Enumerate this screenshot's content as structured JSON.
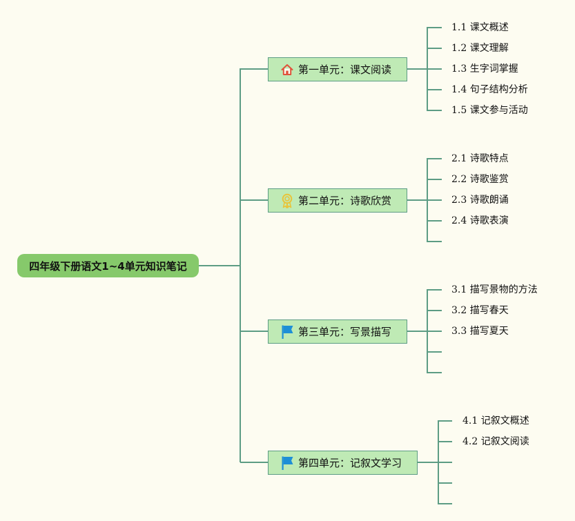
{
  "root": {
    "title": "四年级下册语文1~4单元知识笔记"
  },
  "units": [
    {
      "title": "第一单元：课文阅读",
      "icon": "home-icon",
      "items": [
        "1.1 课文概述",
        "1.2 课文理解",
        "1.3 生字词掌握",
        "1.4 句子结构分析",
        "1.5 课文参与活动"
      ]
    },
    {
      "title": "第二单元：诗歌欣赏",
      "icon": "award-ribbon-icon",
      "items": [
        "2.1 诗歌特点",
        "2.2 诗歌鉴赏",
        "2.3 诗歌朗诵",
        "2.4 诗歌表演",
        ""
      ]
    },
    {
      "title": "第三单元：写景描写",
      "icon": "flag-icon",
      "items": [
        "3.1 描写景物的方法",
        "3.2 描写春天",
        "3.3 描写夏天",
        "",
        ""
      ]
    },
    {
      "title": "第四单元：记叙文学习",
      "icon": "flag-icon",
      "items": [
        "4.1 记叙文概述",
        "4.2 记叙文阅读",
        "",
        "",
        ""
      ]
    }
  ],
  "colors": {
    "background": "#fdfcf1",
    "root_fill": "#86c96b",
    "unit_fill": "#bfeab5",
    "line": "#5c9c84",
    "home_icon": "#e0523b",
    "award_icon": "#e8c43a",
    "flag_icon": "#1e8fd6"
  }
}
